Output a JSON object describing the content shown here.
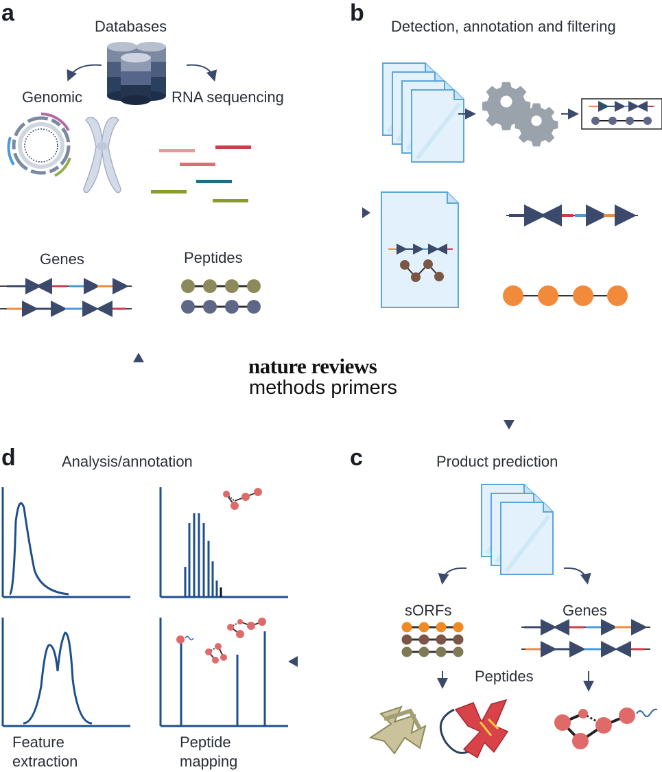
{
  "panels": {
    "a": {
      "letter": "a",
      "title": "Databases",
      "left_label": "Genomic",
      "right_label": "RNA sequencing",
      "genes_label": "Genes",
      "peptides_label": "Peptides"
    },
    "b": {
      "letter": "b",
      "title": "Detection, annotation and filtering"
    },
    "c": {
      "letter": "c",
      "title": "Product prediction",
      "sorfs_label": "sORFs",
      "genes_label": "Genes",
      "peptides_label": "Peptides"
    },
    "d": {
      "letter": "d",
      "title": "Analysis/annotation",
      "feature_label_1": "Feature",
      "feature_label_2": "extraction",
      "mapping_label_1": "Peptide",
      "mapping_label_2": "mapping"
    }
  },
  "brand": {
    "line1": "nature reviews",
    "line2": "methods primers"
  },
  "colors": {
    "navy": "#3b4a6b",
    "red": "#c9404a",
    "blue": "#4a9ad8",
    "orange": "#f28a3c",
    "olive": "#8b8a5a",
    "slate": "#5f6789",
    "chart": "#1d4f8c",
    "doc": "#e2f1fb",
    "doc_stroke": "#5aa6d8",
    "peptide_red": "#e06a6a",
    "gear": "#9aa3ab"
  },
  "icons": [
    "database-icon",
    "plasmid-icon",
    "chromosome-icon",
    "document-icon",
    "gear-icon",
    "helix-icon"
  ]
}
